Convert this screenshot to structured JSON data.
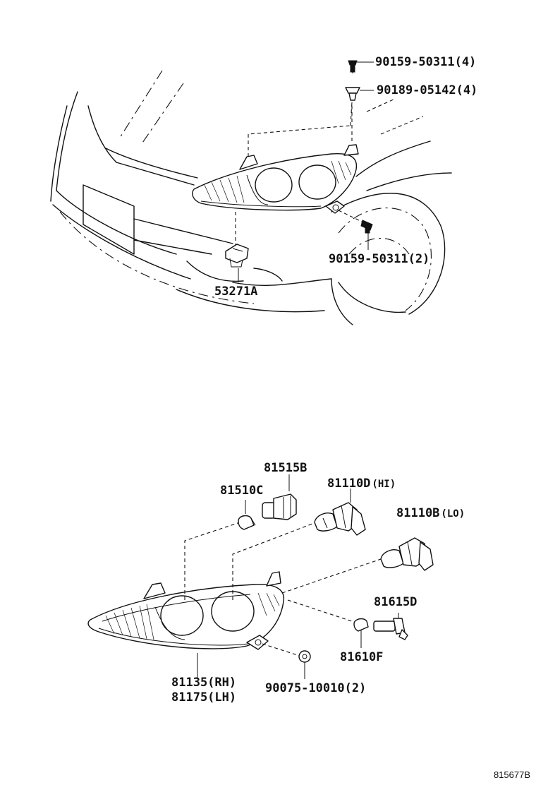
{
  "diagram_code": "815677B",
  "upper_view": {
    "labels": {
      "screw_top": "90159-50311(4)",
      "clip_top": "90189-05142(4)",
      "screw_side": "90159-50311(2)",
      "retainer": "53271A"
    }
  },
  "lower_view": {
    "labels": {
      "socket": "81515B",
      "small_bulb": "81510C",
      "hi_bulb_part": "81110D",
      "hi_bulb_suffix": "(HI)",
      "lo_bulb_part": "81110B",
      "lo_bulb_suffix": "(LO)",
      "side_socket": "81615D",
      "side_bulb": "81610F",
      "nut": "90075-10010(2)",
      "headlamp_rh": "81135(RH)",
      "headlamp_lh": "81175(LH)"
    }
  }
}
